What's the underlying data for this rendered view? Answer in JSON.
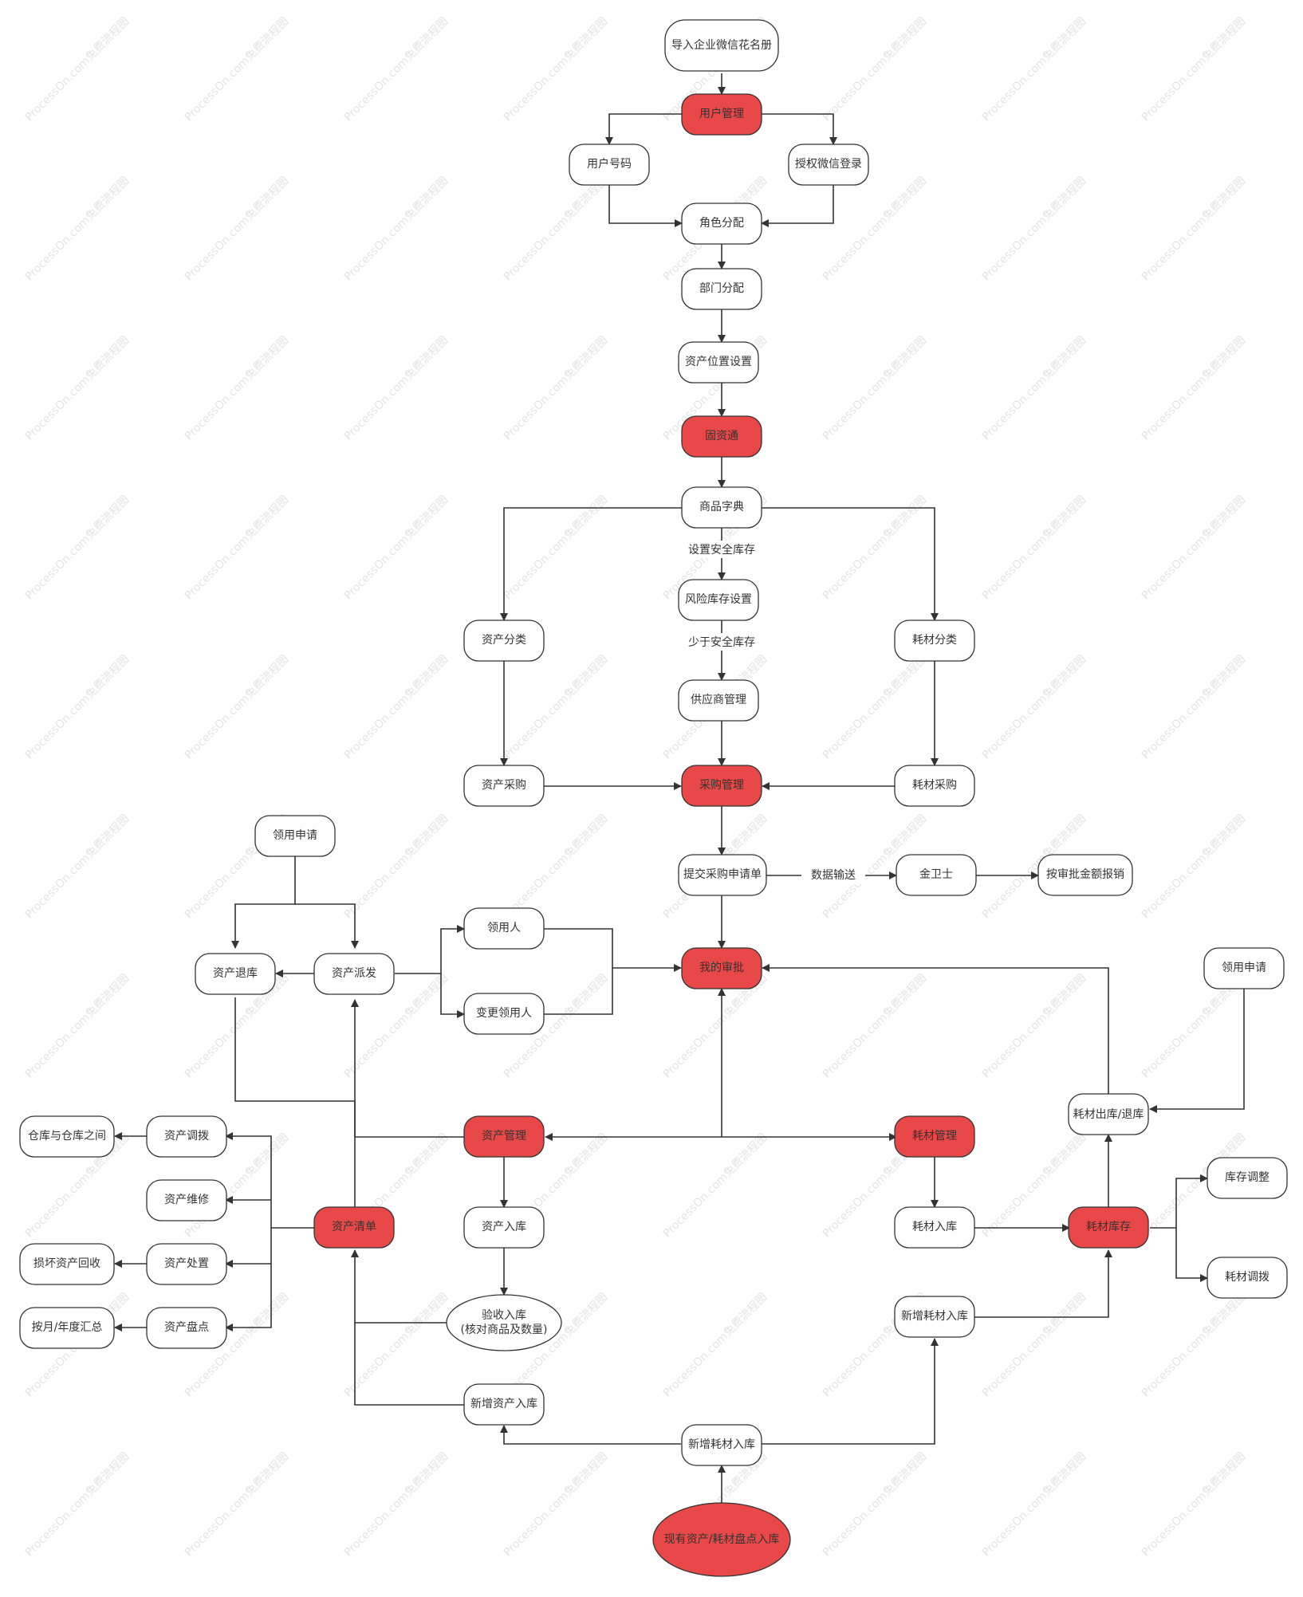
{
  "colors": {
    "highlight": "#e84848",
    "stroke": "#333333",
    "node_fill": "#ffffff",
    "text": "#333333"
  },
  "watermark": "ProcessOn.com免费流程图",
  "nodes": {
    "import_wechat": "导入企业微信花名册",
    "user_mgmt": "用户管理",
    "user_account": "用户号码",
    "wechat_auth": "授权微信登录",
    "role_assign": "角色分配",
    "dept_assign": "部门分配",
    "asset_location": "资产位置设置",
    "guozitong": "固资通",
    "goods_dict": "商品字典",
    "risk_stock": "风险库存设置",
    "asset_category": "资产分类",
    "consumable_category": "耗材分类",
    "supplier_mgmt": "供应商管理",
    "asset_purchase": "资产采购",
    "purchase_mgmt": "采购管理",
    "consumable_purchase": "耗材采购",
    "requisition_apply_left": "领用申请",
    "submit_purchase": "提交采购申请单",
    "jinweishi": "金卫士",
    "reimburse": "按审批金额报销",
    "receiver": "领用人",
    "asset_return": "资产退库",
    "asset_dispatch": "资产派发",
    "my_approval": "我的审批",
    "change_receiver": "变更领用人",
    "requisition_apply_right": "领用申请",
    "consumable_out_return": "耗材出库/退库",
    "warehouse_between": "仓库与仓库之间",
    "asset_transfer": "资产调拨",
    "asset_mgmt": "资产管理",
    "consumable_mgmt": "耗材管理",
    "asset_repair": "资产维修",
    "inventory_adjust": "库存调整",
    "asset_list": "资产清单",
    "asset_inbound": "资产入库",
    "consumable_inbound": "耗材入库",
    "consumable_stock": "耗材库存",
    "damaged_recycle": "损坏资产回收",
    "asset_disposal": "资产处置",
    "consumable_transfer": "耗材调拨",
    "accept_inbound_line1": "验收入库",
    "accept_inbound_line2": "(核对商品及数量)",
    "monthly_summary": "按月/年度汇总",
    "asset_stocktake": "资产盘点",
    "new_consumable_inbound_right": "新增耗材入库",
    "new_asset_inbound": "新增资产入库",
    "new_consumable_inbound_bottom": "新增耗材入库",
    "existing_stocktake": "现有资产/耗材盘点入库"
  },
  "edge_labels": {
    "set_safety_stock": "设置安全库存",
    "below_safety_stock": "少于安全库存",
    "data_transfer": "数据输送"
  }
}
